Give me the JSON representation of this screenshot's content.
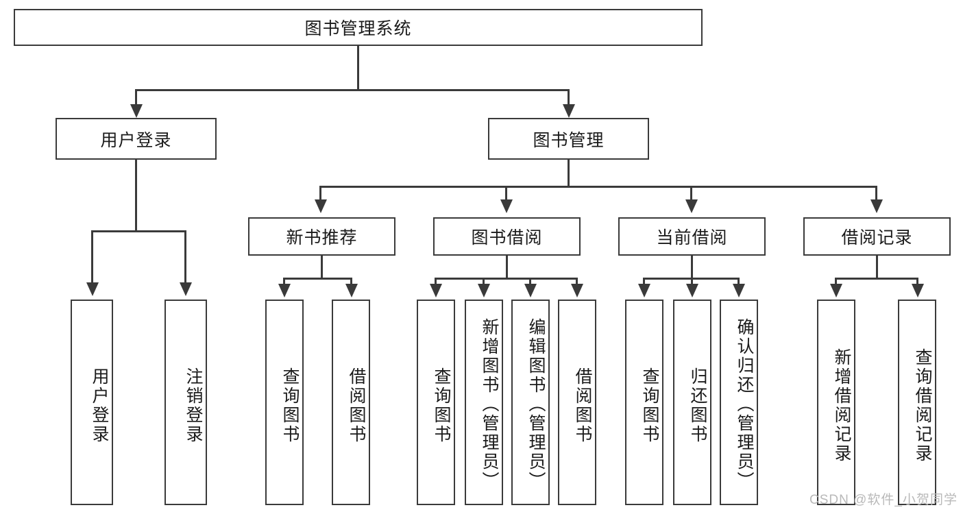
{
  "diagram": {
    "title": "图书管理系统",
    "type": "hierarchy-tree",
    "root": {
      "label": "图书管理系统"
    },
    "level2": [
      {
        "label": "用户登录"
      },
      {
        "label": "图书管理"
      }
    ],
    "level3": [
      {
        "label": "新书推荐"
      },
      {
        "label": "图书借阅"
      },
      {
        "label": "当前借阅"
      },
      {
        "label": "借阅记录"
      }
    ],
    "leaves": {
      "login": [
        {
          "label": "用户登录"
        },
        {
          "label": "注销登录"
        }
      ],
      "newbook": [
        {
          "label": "查询图书"
        },
        {
          "label": "借阅图书"
        }
      ],
      "borrow": [
        {
          "label": "查询图书"
        },
        {
          "label": "新增图书（管理员）"
        },
        {
          "label": "编辑图书（管理员）"
        },
        {
          "label": "借阅图书"
        }
      ],
      "current": [
        {
          "label": "查询图书"
        },
        {
          "label": "归还图书"
        },
        {
          "label": "确认归还（管理员）"
        }
      ],
      "record": [
        {
          "label": "新增借阅记录"
        },
        {
          "label": "查询借阅记录"
        }
      ]
    },
    "watermark": "CSDN @软件_小贺同学",
    "colors": {
      "stroke": "#3a3a3a",
      "fill": "#ffffff",
      "text": "#1a1a1a",
      "watermark": "#b9b9b9"
    }
  }
}
